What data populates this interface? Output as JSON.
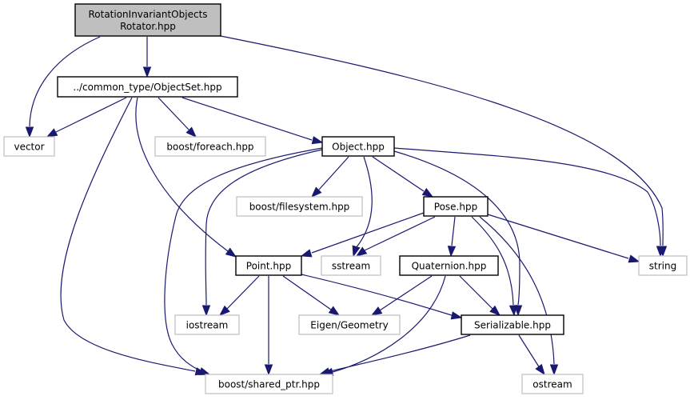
{
  "title": "RotationInvariantObjectsRotator.hpp include dependency graph",
  "colors": {
    "edge": "#191970",
    "root_fill": "#bfbfbf",
    "root_border": "#000000",
    "internal_border": "#000000",
    "external_border": "#bfbfbf"
  },
  "nodes": [
    {
      "id": "root",
      "lines": [
        "RotationInvariantObjects",
        "Rotator.hpp"
      ],
      "kind": "root"
    },
    {
      "id": "objectset",
      "lines": [
        "../common_type/ObjectSet.hpp"
      ],
      "kind": "internal"
    },
    {
      "id": "vector",
      "lines": [
        "vector"
      ],
      "kind": "external"
    },
    {
      "id": "foreach",
      "lines": [
        "boost/foreach.hpp"
      ],
      "kind": "external"
    },
    {
      "id": "object",
      "lines": [
        "Object.hpp"
      ],
      "kind": "internal"
    },
    {
      "id": "filesystem",
      "lines": [
        "boost/filesystem.hpp"
      ],
      "kind": "external"
    },
    {
      "id": "pose",
      "lines": [
        "Pose.hpp"
      ],
      "kind": "internal"
    },
    {
      "id": "point",
      "lines": [
        "Point.hpp"
      ],
      "kind": "internal"
    },
    {
      "id": "sstream",
      "lines": [
        "sstream"
      ],
      "kind": "external"
    },
    {
      "id": "quaternion",
      "lines": [
        "Quaternion.hpp"
      ],
      "kind": "internal"
    },
    {
      "id": "string",
      "lines": [
        "string"
      ],
      "kind": "external"
    },
    {
      "id": "iostream",
      "lines": [
        "iostream"
      ],
      "kind": "external"
    },
    {
      "id": "eigen",
      "lines": [
        "Eigen/Geometry"
      ],
      "kind": "external"
    },
    {
      "id": "serializable",
      "lines": [
        "Serializable.hpp"
      ],
      "kind": "internal"
    },
    {
      "id": "sharedptr",
      "lines": [
        "boost/shared_ptr.hpp"
      ],
      "kind": "external"
    },
    {
      "id": "ostream",
      "lines": [
        "ostream"
      ],
      "kind": "external"
    }
  ],
  "edges": [
    {
      "from": "root",
      "to": "vector"
    },
    {
      "from": "root",
      "to": "objectset"
    },
    {
      "from": "root",
      "to": "string"
    },
    {
      "from": "objectset",
      "to": "vector"
    },
    {
      "from": "objectset",
      "to": "foreach"
    },
    {
      "from": "objectset",
      "to": "object"
    },
    {
      "from": "objectset",
      "to": "point"
    },
    {
      "from": "objectset",
      "to": "sharedptr"
    },
    {
      "from": "object",
      "to": "filesystem"
    },
    {
      "from": "object",
      "to": "pose"
    },
    {
      "from": "object",
      "to": "sstream"
    },
    {
      "from": "object",
      "to": "string"
    },
    {
      "from": "object",
      "to": "iostream"
    },
    {
      "from": "object",
      "to": "sharedptr"
    },
    {
      "from": "object",
      "to": "serializable"
    },
    {
      "from": "pose",
      "to": "point"
    },
    {
      "from": "pose",
      "to": "sstream"
    },
    {
      "from": "pose",
      "to": "quaternion"
    },
    {
      "from": "pose",
      "to": "string"
    },
    {
      "from": "pose",
      "to": "serializable"
    },
    {
      "from": "pose",
      "to": "ostream"
    },
    {
      "from": "point",
      "to": "iostream"
    },
    {
      "from": "point",
      "to": "sharedptr"
    },
    {
      "from": "point",
      "to": "eigen"
    },
    {
      "from": "point",
      "to": "serializable"
    },
    {
      "from": "quaternion",
      "to": "eigen"
    },
    {
      "from": "quaternion",
      "to": "sharedptr"
    },
    {
      "from": "quaternion",
      "to": "serializable"
    },
    {
      "from": "serializable",
      "to": "sharedptr"
    },
    {
      "from": "serializable",
      "to": "ostream"
    }
  ]
}
